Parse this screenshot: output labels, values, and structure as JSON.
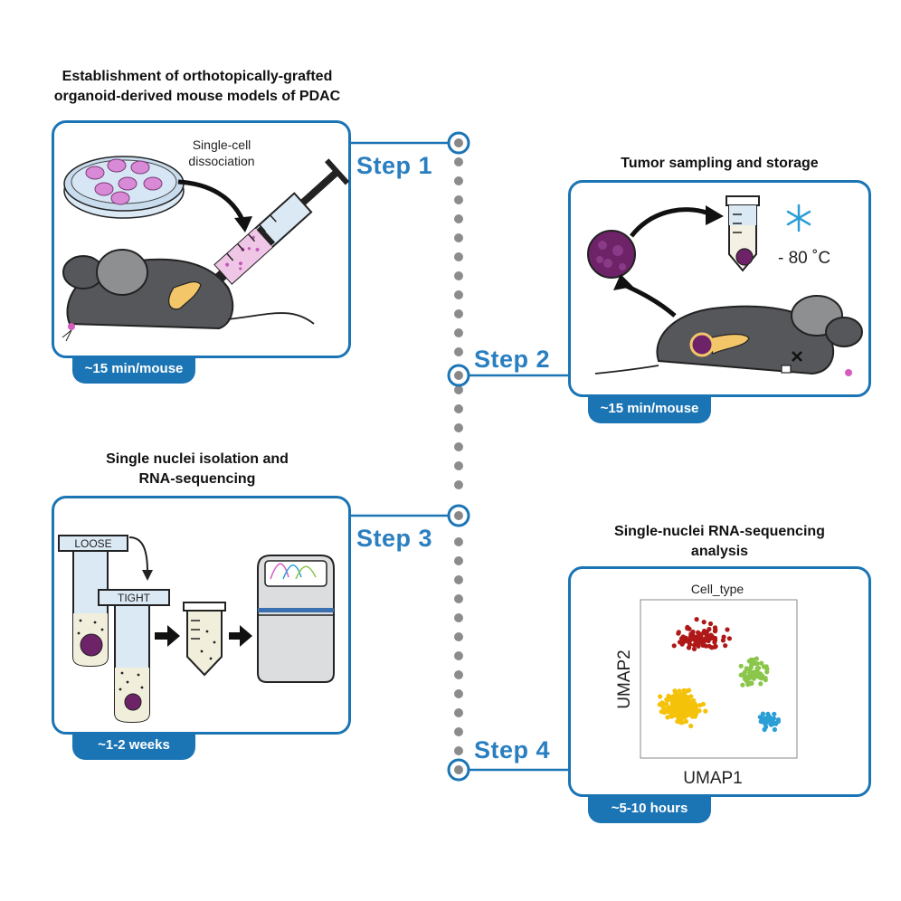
{
  "panels": {
    "step1": {
      "title_line1": "Establishment of orthotopically-grafted",
      "title_line2": "organoid-derived mouse models of PDAC",
      "note_line1": "Single-cell",
      "note_line2": "dissociation",
      "duration": "~15 min/mouse",
      "step_label": "Step 1"
    },
    "step2": {
      "title": "Tumor sampling and storage",
      "temperature": "- 80 ˚C",
      "duration": "~15 min/mouse",
      "step_label": "Step 2"
    },
    "step3": {
      "title_line1": "Single nuclei isolation and",
      "title_line2": "RNA-sequencing",
      "tube1_label": "LOOSE",
      "tube2_label": "TIGHT",
      "duration": "~1-2 weeks",
      "step_label": "Step 3"
    },
    "step4": {
      "title_line1": "Single-nuclei RNA-sequencing",
      "title_line2": "analysis",
      "plot_title": "Cell_type",
      "xlabel": "UMAP1",
      "ylabel": "UMAP2",
      "duration": "~5-10 hours",
      "step_label": "Step 4"
    }
  },
  "colors": {
    "accent": "#1b75b5",
    "step_text": "#2a7fc0",
    "cluster_red": "#b01818",
    "cluster_green": "#8ac64a",
    "cluster_yellow": "#f5c20a",
    "cluster_blue": "#2a9fd6",
    "tumor": "#7a2a78"
  },
  "icons": [
    "petri-dish-icon",
    "syringe-icon",
    "mouse-icon",
    "tumor-icon",
    "falcon-tube-icon",
    "snowflake-icon",
    "sequencer-icon",
    "arrow-icon"
  ]
}
